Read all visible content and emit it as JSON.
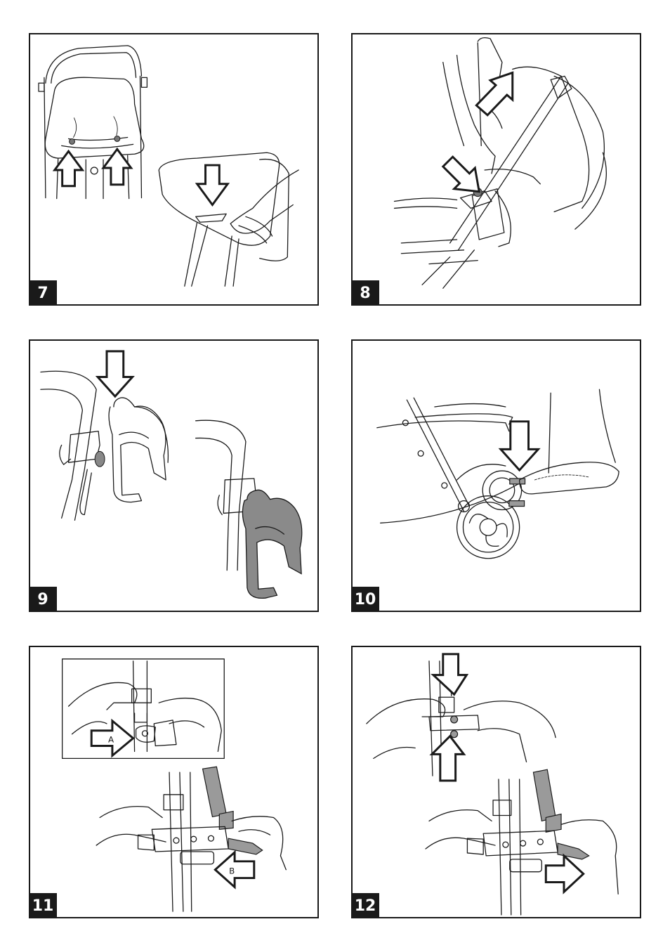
{
  "panels": [
    {
      "id": "p7",
      "number": "7"
    },
    {
      "id": "p8",
      "number": "8"
    },
    {
      "id": "p9",
      "number": "9"
    },
    {
      "id": "p10",
      "number": "10"
    },
    {
      "id": "p11",
      "number": "11",
      "labels": {
        "a": "A",
        "b": "B"
      }
    },
    {
      "id": "p12",
      "number": "12"
    }
  ]
}
